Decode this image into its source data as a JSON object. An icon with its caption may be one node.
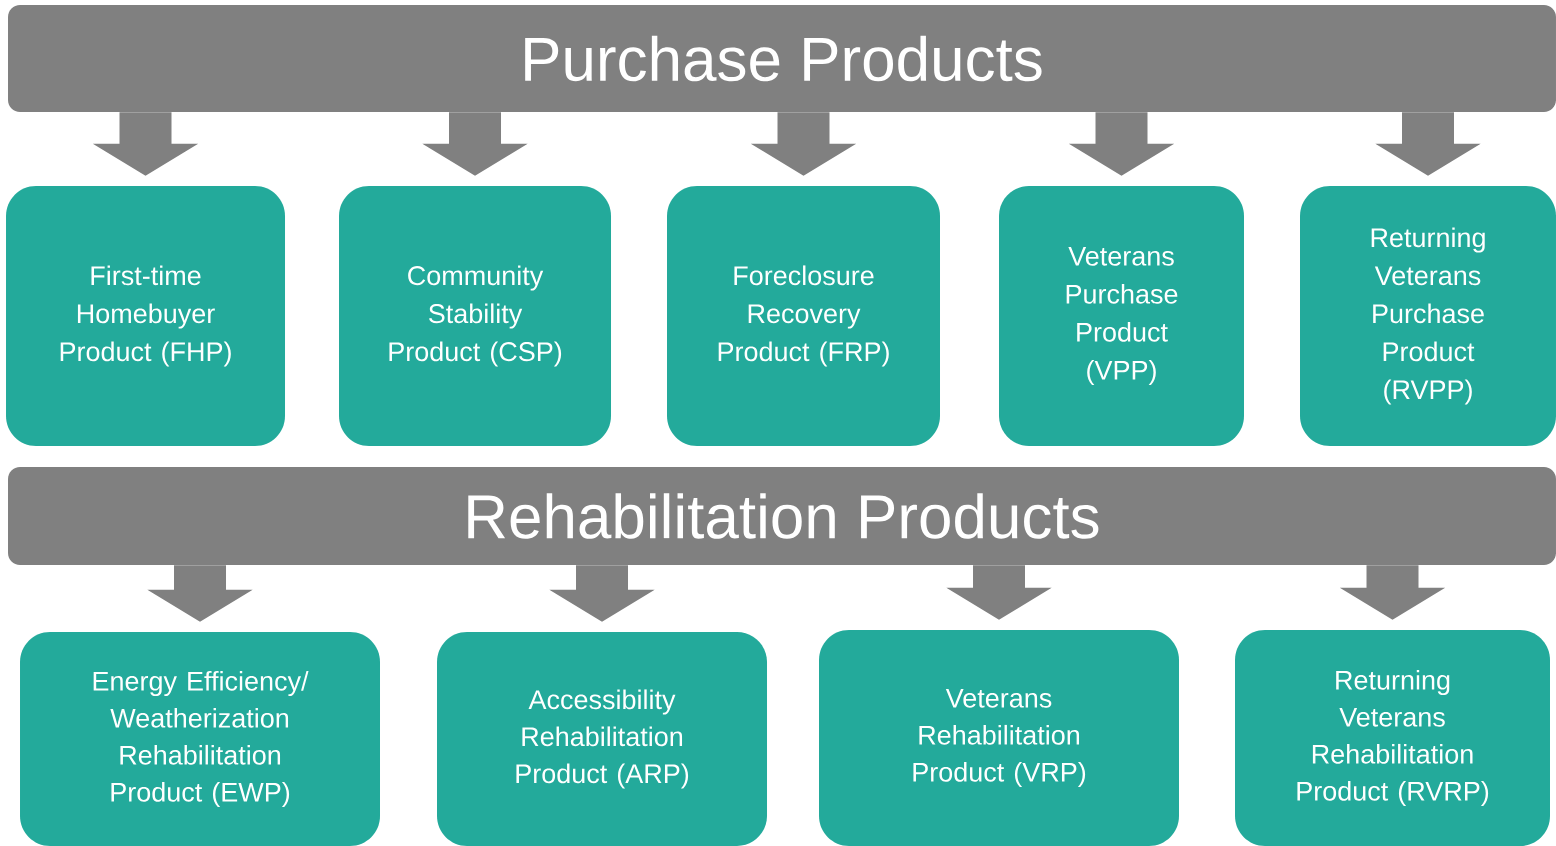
{
  "diagram": {
    "nodes": [
      {
        "text": [
          "Purchase Products"
        ]
      },
      {
        "text": [
          "First-time Homebuyer Product (FHP)"
        ]
      },
      {
        "text": [
          "Community Stability Product (CSP)"
        ]
      },
      {
        "text": [
          "Foreclosure Recovery Product (FRP)"
        ]
      },
      {
        "text": [
          "Veterans Purchase Product (VPP)"
        ]
      },
      {
        "text": [
          "Returning Veterans Purchase Product (RVPP)"
        ]
      },
      {
        "text": [
          "Rehabilitation Products"
        ]
      },
      {
        "text": [
          "Energy Efficiency/ Weatherization Rehabilitation Product (EWP)"
        ]
      },
      {
        "text": [
          "Accessibility Rehabilitation Product (ARP)"
        ]
      },
      {
        "text": [
          "Veterans Rehabilitation Product (VRP)"
        ]
      },
      {
        "text": [
          "Returning Veterans Rehabilitation Product (RVRP)"
        ]
      }
    ],
    "edges": [
      {
        "from": 0,
        "to": 1,
        "arrow": "to"
      },
      {
        "from": 0,
        "to": 2,
        "arrow": "to"
      },
      {
        "from": 0,
        "to": 3,
        "arrow": "to"
      },
      {
        "from": 0,
        "to": 4,
        "arrow": "to"
      },
      {
        "from": 0,
        "to": 5,
        "arrow": "to"
      },
      {
        "from": 6,
        "to": 7,
        "arrow": "to"
      },
      {
        "from": 6,
        "to": 8,
        "arrow": "to"
      },
      {
        "from": 6,
        "to": 9,
        "arrow": "to"
      },
      {
        "from": 6,
        "to": 10,
        "arrow": "to"
      }
    ]
  }
}
